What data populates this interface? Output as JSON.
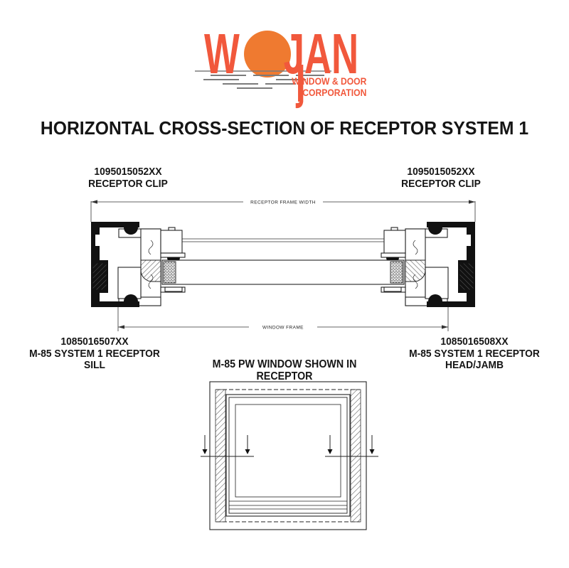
{
  "logo": {
    "brand": "WOJAN",
    "brand_w": "W",
    "brand_jan": "JAN",
    "subtitle_line1": "WINDOW & DOOR",
    "subtitle_line2": "CORPORATION"
  },
  "title": "HORIZONTAL CROSS-SECTION OF RECEPTOR SYSTEM 1",
  "cross_section": {
    "top_left_label": {
      "part_number": "1095015052XX",
      "name": "RECEPTOR CLIP"
    },
    "top_right_label": {
      "part_number": "1095015052XX",
      "name": "RECEPTOR CLIP"
    },
    "dim_top": "RECEPTOR FRAME WIDTH",
    "dim_bottom": "WINDOW FRAME",
    "bottom_left_label": {
      "part_number": "1085016507XX",
      "line2": "M-85 SYSTEM 1 RECEPTOR",
      "line3": "SILL"
    },
    "bottom_right_label": {
      "part_number": "1085016508XX",
      "line2": "M-85 SYSTEM 1 RECEPTOR",
      "line3": "HEAD/JAMB"
    }
  },
  "elevation": {
    "caption": "M-85 PW WINDOW SHOWN IN RECEPTOR"
  },
  "colors": {
    "letter_orange": "#F1583C",
    "circle_orange": "#EF7A30",
    "water_gray": "#7b7b7b",
    "line_black": "#151515"
  }
}
